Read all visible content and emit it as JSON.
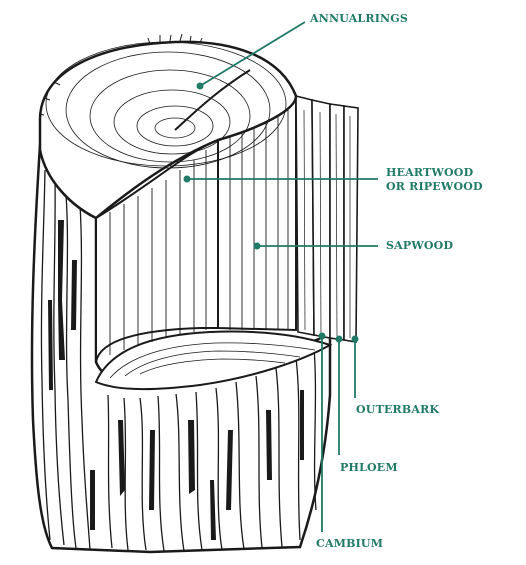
{
  "diagram": {
    "accent_color": "#1f7a66",
    "ink_color": "#1a1a1a",
    "labels": {
      "annual_rings": "ANNUALRINGS",
      "heartwood_line1": "HEARTWOOD",
      "heartwood_line2": "OR RIPEWOOD",
      "sapwood": "SAPWOOD",
      "outer_bark": "OUTERBARK",
      "phloem": "PHLOEM",
      "cambium": "CAMBIUM"
    }
  }
}
